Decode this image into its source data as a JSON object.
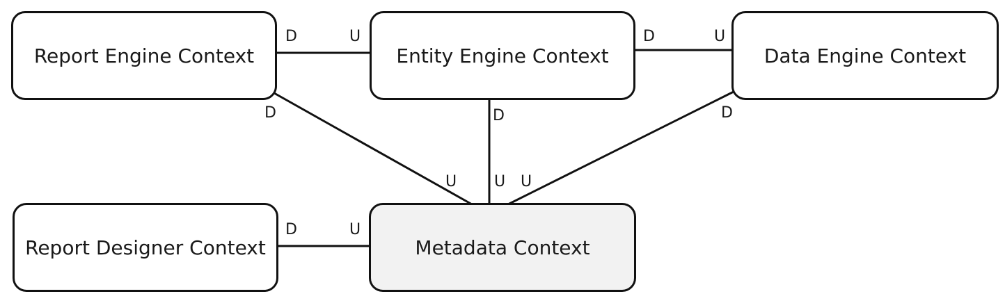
{
  "contexts": {
    "report_engine": "Report Engine Context",
    "entity_engine": "Entity Engine Context",
    "data_engine": "Data Engine Context",
    "report_designer": "Report Designer Context",
    "metadata": "Metadata Context"
  },
  "relations": [
    {
      "from": "Report Engine Context",
      "to": "Entity Engine Context",
      "from_role": "D",
      "to_role": "U"
    },
    {
      "from": "Entity Engine Context",
      "to": "Data Engine Context",
      "from_role": "D",
      "to_role": "U"
    },
    {
      "from": "Report Engine Context",
      "to": "Metadata Context",
      "from_role": "D",
      "to_role": "U"
    },
    {
      "from": "Entity Engine Context",
      "to": "Metadata Context",
      "from_role": "D",
      "to_role": "U"
    },
    {
      "from": "Data Engine Context",
      "to": "Metadata Context",
      "from_role": "D",
      "to_role": "U"
    },
    {
      "from": "Report Designer Context",
      "to": "Metadata Context",
      "from_role": "D",
      "to_role": "U"
    }
  ],
  "colors": {
    "line": "#111111",
    "highlight_fill": "#f2f2f2"
  }
}
